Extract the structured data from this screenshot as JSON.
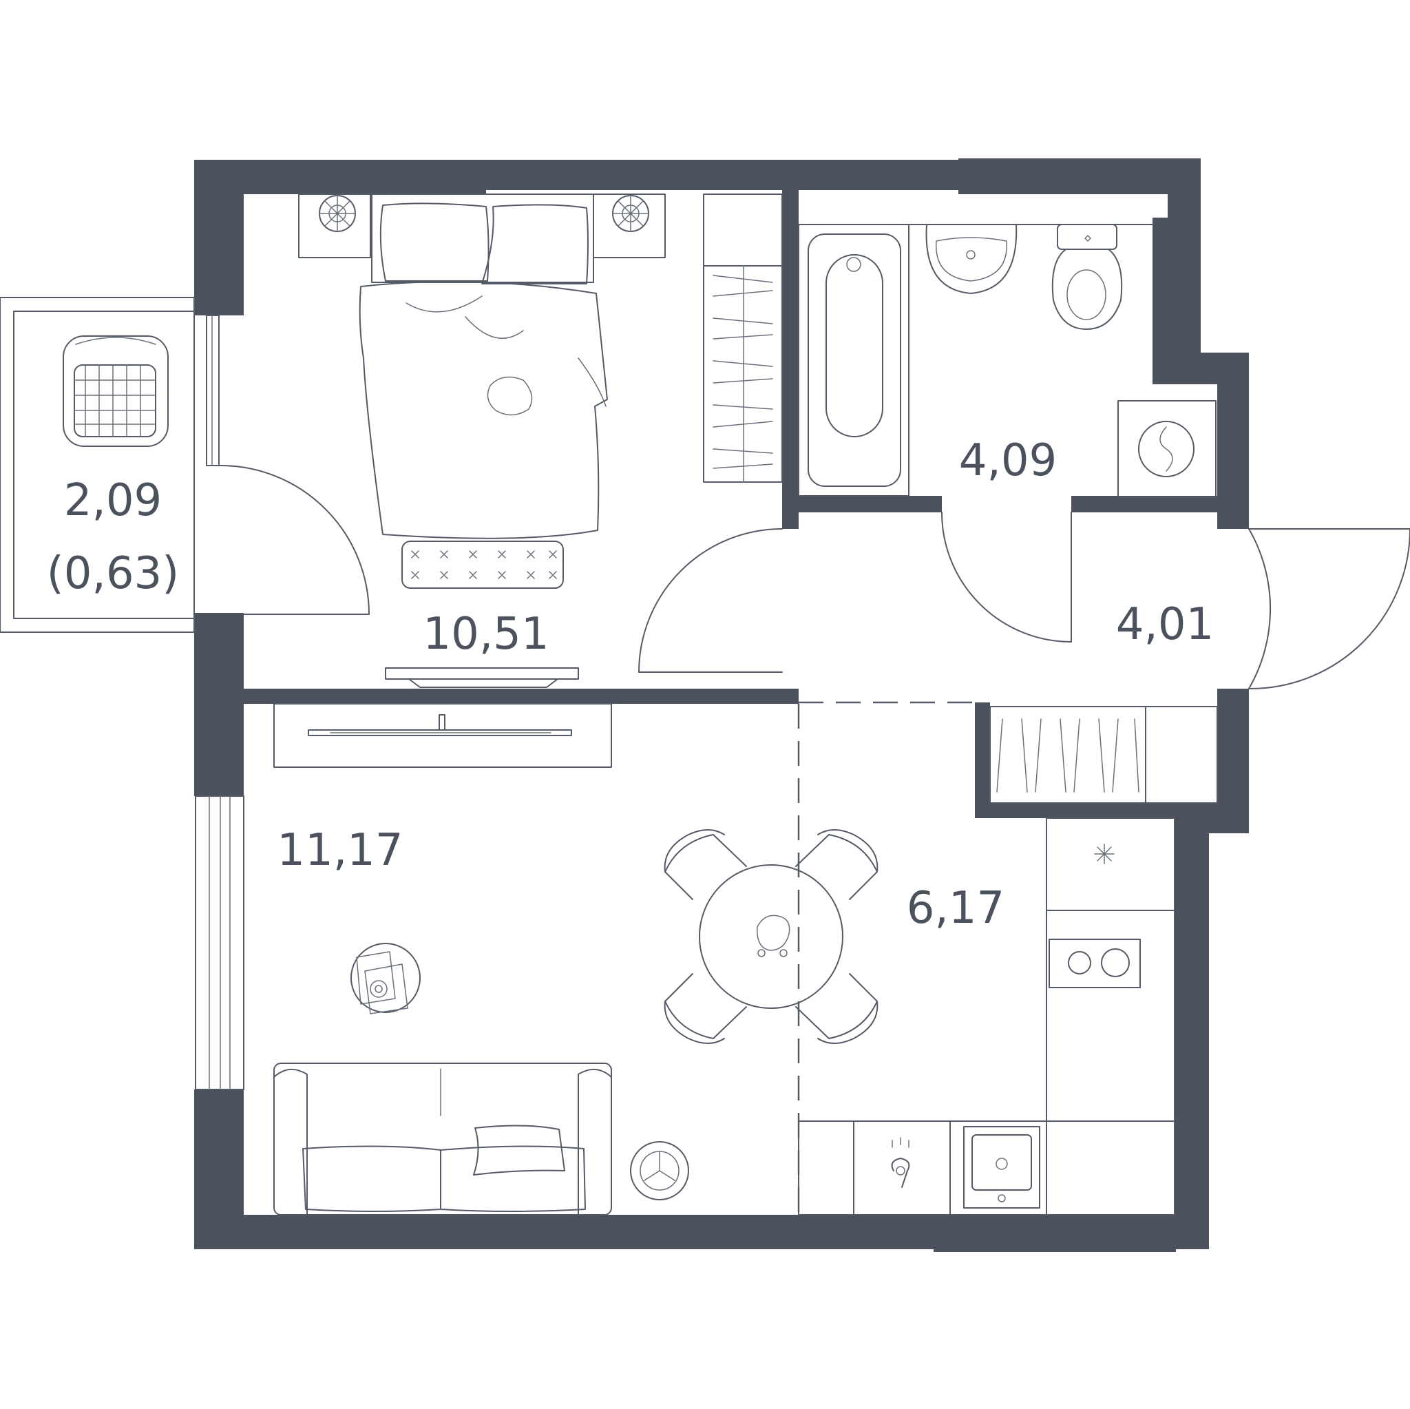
{
  "rooms": {
    "balcony": {
      "area": "2,09",
      "reduced_area": "(0,63)"
    },
    "bedroom": {
      "area": "10,51"
    },
    "bathroom": {
      "area": "4,09"
    },
    "hallway": {
      "area": "4,01"
    },
    "living_room": {
      "area": "11,17"
    },
    "kitchen": {
      "area": "6,17"
    }
  },
  "colors": {
    "wall": "#4c525d",
    "line": "#555b66",
    "background": "#ffffff"
  },
  "icons": [
    "armchair-icon",
    "bed-icon",
    "nightstand-lamp-icon",
    "wardrobe-icon",
    "bathtub-icon",
    "washbasin-icon",
    "toilet-icon",
    "washing-machine-icon",
    "tv-icon",
    "dining-table-icon",
    "chair-icon",
    "coffee-table-icon",
    "sofa-icon",
    "floor-lamp-icon",
    "fridge-icon",
    "cooktop-icon",
    "sink-icon",
    "faucet-icon"
  ]
}
